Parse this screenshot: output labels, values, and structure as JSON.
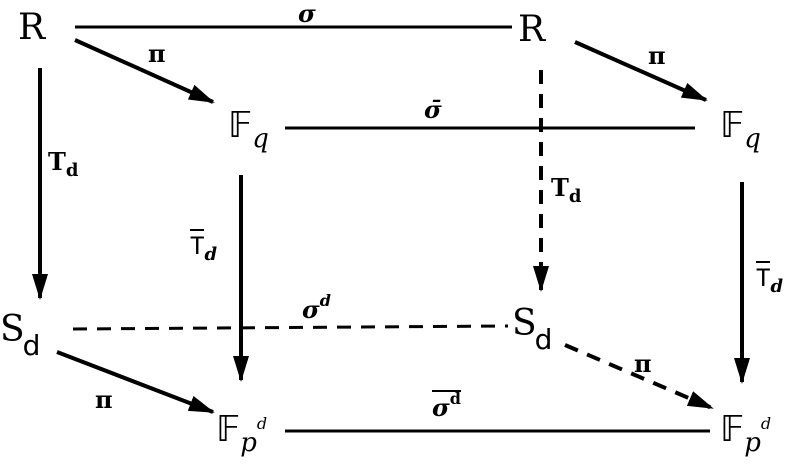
{
  "nodes": {
    "r_left": {
      "main": "R"
    },
    "r_right": {
      "main": "R"
    },
    "fq_front": {
      "main": "𝔽",
      "sub": "q"
    },
    "fq_back": {
      "main": "𝔽",
      "sub": "q"
    },
    "sd_left": {
      "main": "S",
      "sub": "d"
    },
    "sd_back": {
      "main": "S",
      "sub": "d"
    },
    "fpd_front": {
      "main": "𝔽",
      "sub": "p",
      "subsup": "d"
    },
    "fpd_back": {
      "main": "𝔽",
      "sub": "p",
      "subsup": "d"
    }
  },
  "labels": {
    "sigma_top": "σ",
    "pi_left": "π",
    "pi_right": "π",
    "sigma_bar": "σ̄",
    "td_left": {
      "main": "T",
      "sub": "d"
    },
    "td_back": {
      "main": "T",
      "sub": "d"
    },
    "tbar_front": {
      "main": "T",
      "sub": "d"
    },
    "tbar_back": {
      "main": "T",
      "sub": "d"
    },
    "sigma_d": {
      "main": "σ",
      "sup": "d"
    },
    "pi_bottom_left": "π",
    "pi_bottom_right": "π",
    "sigma_d_bar": {
      "main": "σ",
      "sup": "d"
    }
  }
}
